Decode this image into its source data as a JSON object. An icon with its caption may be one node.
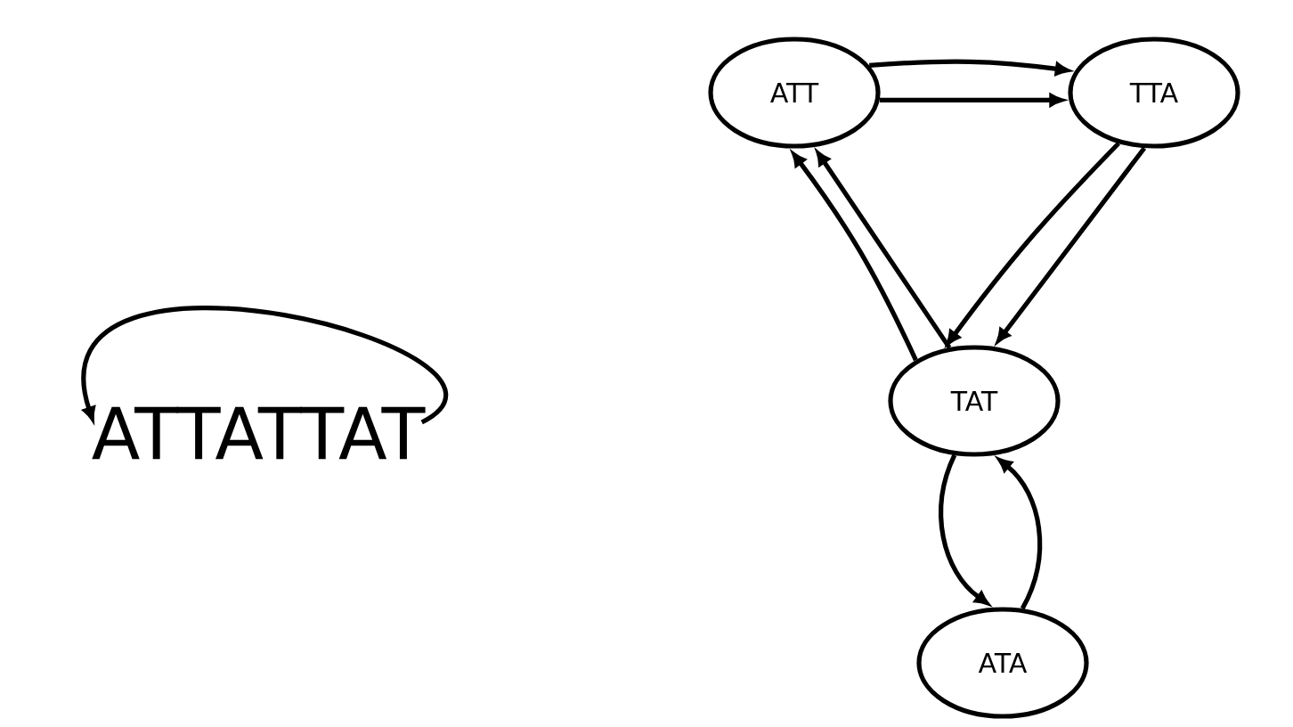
{
  "diagram": {
    "nodes": [
      {
        "text": [
          "ATT"
        ]
      },
      {
        "text": [
          "TTA"
        ]
      },
      {
        "text": [
          "TAT"
        ]
      },
      {
        "text": [
          "ATA"
        ]
      },
      {
        "text": [
          "ATTATTAT"
        ]
      }
    ],
    "edges": [
      {
        "from": 0,
        "to": 1,
        "arrow": "to"
      },
      {
        "from": 0,
        "to": 1,
        "arrow": "to"
      },
      {
        "from": 1,
        "to": 2,
        "arrow": "to"
      },
      {
        "from": 1,
        "to": 2,
        "arrow": "to"
      },
      {
        "from": 2,
        "to": 0,
        "arrow": "to"
      },
      {
        "from": 2,
        "to": 0,
        "arrow": "to"
      },
      {
        "from": 2,
        "to": 3,
        "arrow": "to"
      },
      {
        "from": 3,
        "to": 2,
        "arrow": "to"
      },
      {
        "from": 4,
        "to": 4,
        "arrow": "to"
      }
    ]
  }
}
